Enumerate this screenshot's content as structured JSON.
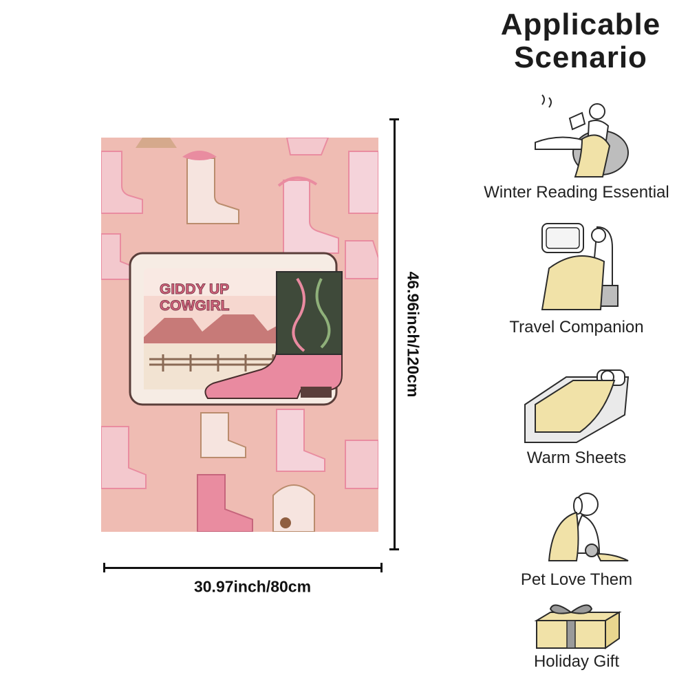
{
  "dimensions": {
    "height_label": "46.96inch/120cm",
    "width_label": "30.97inch/80cm"
  },
  "blanket": {
    "print_text_line1": "GIDDY UP",
    "print_text_line2": "COWGIRL",
    "colors": {
      "background": "#efbcb3",
      "accent_pink": "#e98aa0",
      "boot_green": "#3f4a3a",
      "frame": "#f6ece4"
    }
  },
  "panel": {
    "title_line1": "Applicable",
    "title_line2": "Scenario",
    "scenarios": [
      {
        "label": "Winter Reading Essential",
        "icon": "person-reading-on-sofa-icon"
      },
      {
        "label": "Travel Companion",
        "icon": "person-on-plane-seat-icon"
      },
      {
        "label": "Warm Sheets",
        "icon": "person-in-bed-icon"
      },
      {
        "label": "Pet Love Them",
        "icon": "dog-with-blanket-icon"
      },
      {
        "label": "Holiday Gift",
        "icon": "gift-box-icon"
      }
    ],
    "colors": {
      "blanket_yellow": "#f1e2a8",
      "outline": "#2b2b2b",
      "gray": "#bdbdbd"
    }
  }
}
